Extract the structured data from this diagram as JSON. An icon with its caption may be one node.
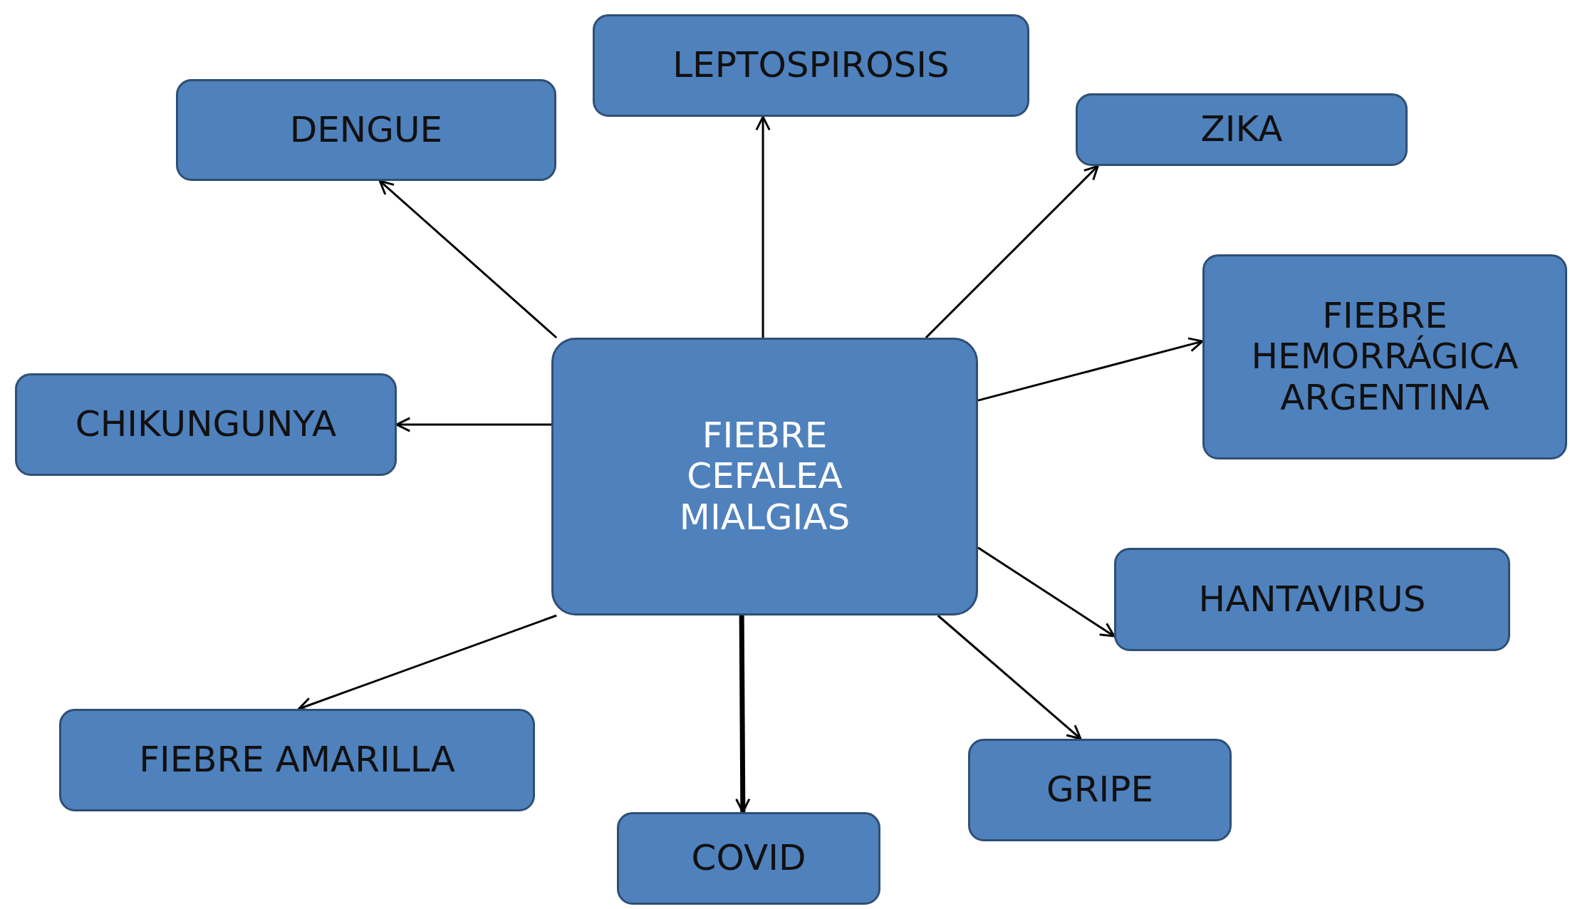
{
  "diagram": {
    "nodes": [
      {
        "text": [
          "FIEBRE CEFALEA MIALGIAS"
        ]
      },
      {
        "text": [
          "DENGUE"
        ]
      },
      {
        "text": [
          "LEPTOSPIROSIS"
        ]
      },
      {
        "text": [
          "ZIKA"
        ]
      },
      {
        "text": [
          "FIEBRE HEMORRÁGICA ARGENTINA"
        ]
      },
      {
        "text": [
          "CHIKUNGUNYA"
        ]
      },
      {
        "text": [
          "HANTAVIRUS"
        ]
      },
      {
        "text": [
          "FIEBRE AMARILLA"
        ]
      },
      {
        "text": [
          "GRIPE"
        ]
      },
      {
        "text": [
          "COVID"
        ]
      }
    ],
    "edges": [
      {
        "from": 0,
        "to": 1,
        "arrow": "to"
      },
      {
        "from": 0,
        "to": 2,
        "arrow": "to"
      },
      {
        "from": 0,
        "to": 3,
        "arrow": "to"
      },
      {
        "from": 0,
        "to": 4,
        "arrow": "to"
      },
      {
        "from": 0,
        "to": 5,
        "arrow": "to"
      },
      {
        "from": 0,
        "to": 6,
        "arrow": "to"
      },
      {
        "from": 0,
        "to": 7,
        "arrow": "to"
      },
      {
        "from": 0,
        "to": 8,
        "arrow": "to"
      },
      {
        "from": 0,
        "to": 9,
        "arrow": "to",
        "style": "thick"
      }
    ]
  }
}
